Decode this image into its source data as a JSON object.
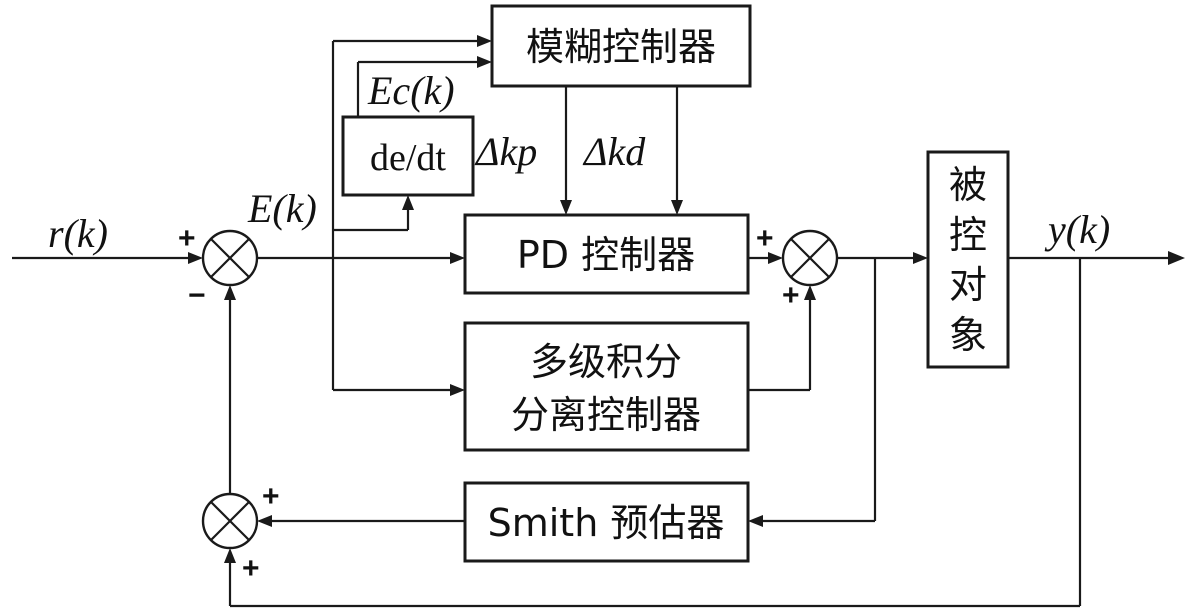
{
  "blocks": {
    "fuzzy": "模糊控制器",
    "derivative": "de/dt",
    "pd": "PD 控制器",
    "multilevel_line1": "多级积分",
    "multilevel_line2": "分离控制器",
    "plant_chars": [
      "被",
      "控",
      "对",
      "象"
    ],
    "smith": "Smith 预估器"
  },
  "signals": {
    "reference": "r(k)",
    "error": "E(k)",
    "error_change": "Ec(k)",
    "delta_kp": "Δkp",
    "delta_kd": "Δkd",
    "output": "y(k)"
  },
  "signs": {
    "plus": "+",
    "minus": "−"
  }
}
